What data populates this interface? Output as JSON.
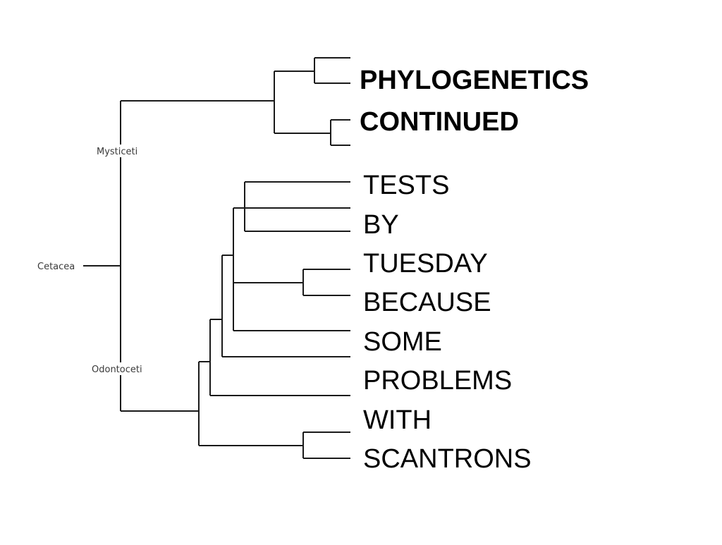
{
  "slide": {
    "title_lines": [
      "PHYLOGENETICS",
      "CONTINUED"
    ],
    "body_lines": [
      "TESTS",
      "BY",
      "TUESDAY",
      "BECAUSE",
      "SOME",
      "PROBLEMS",
      "WITH",
      "SCANTRONS"
    ]
  },
  "tree": {
    "root_label": "Cetacea",
    "clade_labels": [
      "Mysticeti",
      "Odontoceti"
    ],
    "line_color": "#1a1a1a"
  }
}
